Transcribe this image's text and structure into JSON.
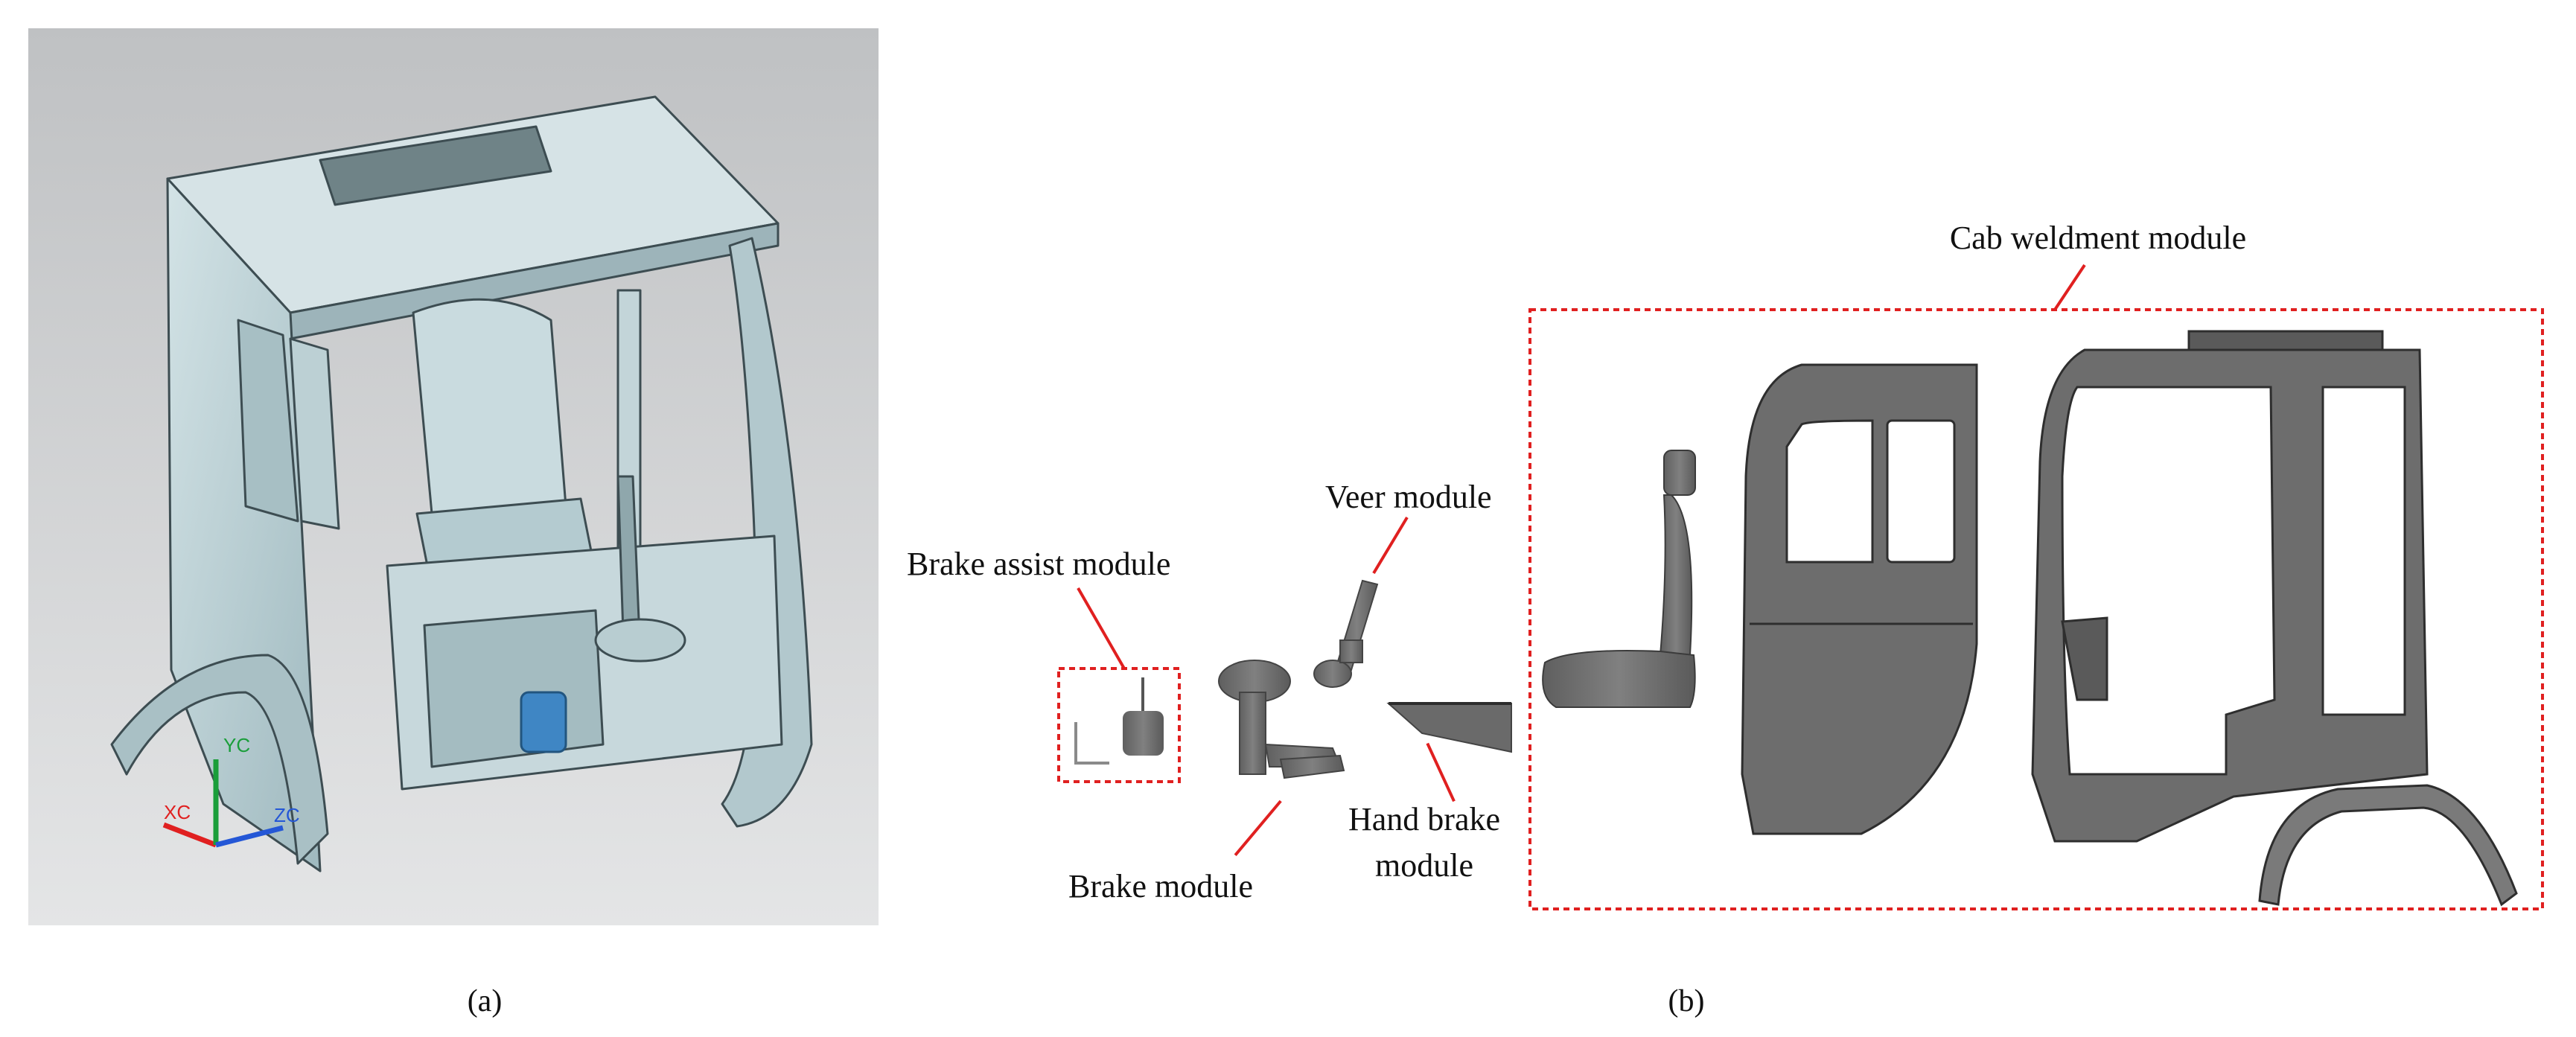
{
  "panel_a": {
    "caption": "(a)",
    "axis_labels": {
      "x": "XC",
      "y": "YC",
      "z": "ZC"
    }
  },
  "panel_b": {
    "caption": "(b)",
    "labels": {
      "brake_assist": "Brake assist module",
      "veer": "Veer module",
      "brake": "Brake module",
      "hand_brake_line1": "Hand brake",
      "hand_brake_line2": "module",
      "cab_weldment": "Cab weldment module"
    }
  },
  "colors": {
    "callout_red": "#e02020",
    "part_gray": "#6e6e6e",
    "cad_background": "#c9cbcd",
    "cab_teal": "#b6cdd2"
  }
}
